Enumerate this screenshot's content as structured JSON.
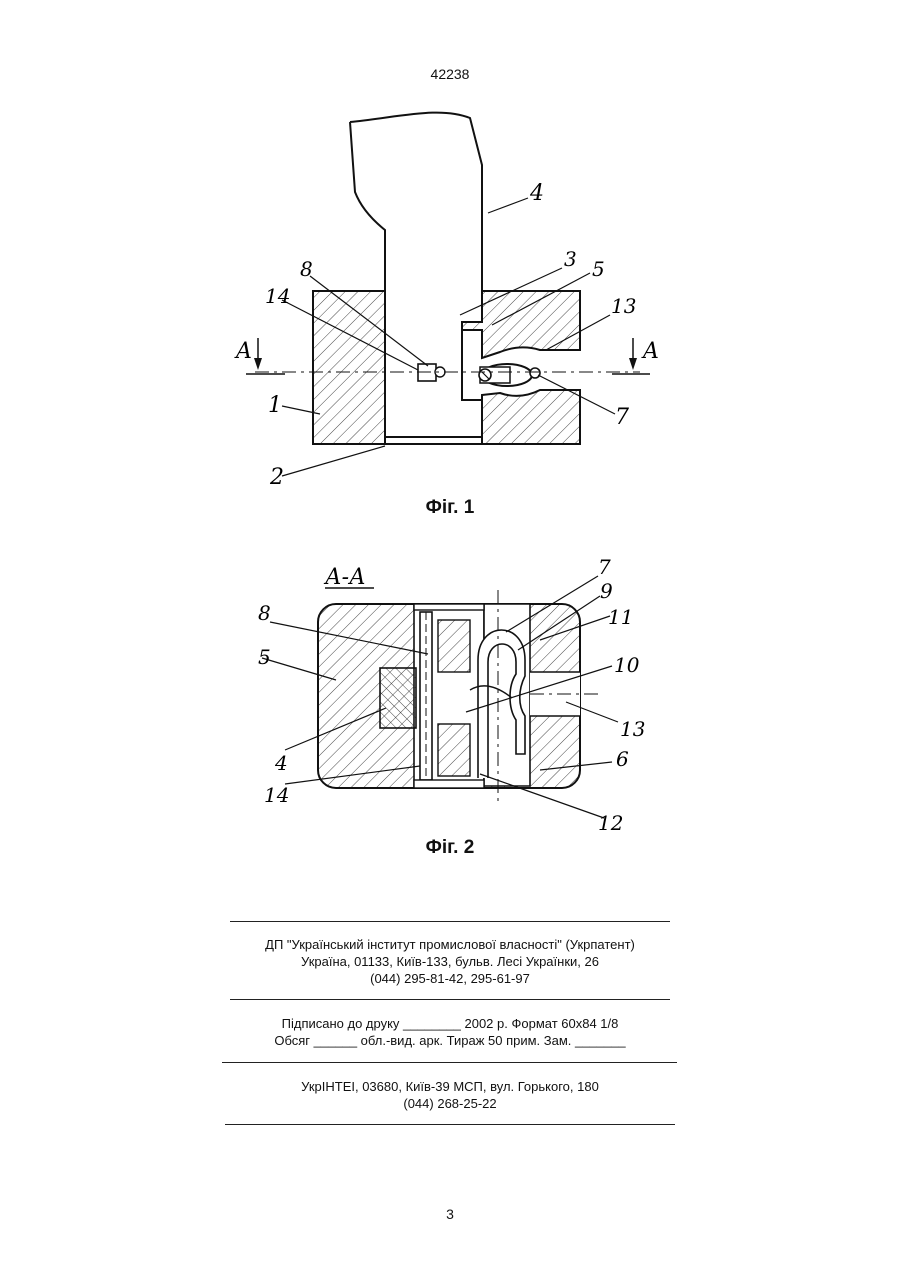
{
  "header": {
    "doc_number": "42238"
  },
  "figures": {
    "fig1": {
      "caption": "Фіг. 1",
      "section_mark": "A",
      "labels": {
        "l1": "1",
        "l2": "2",
        "l3": "3",
        "l4": "4",
        "l5": "5",
        "l7": "7",
        "l8": "8",
        "l13": "13",
        "l14": "14"
      }
    },
    "fig2": {
      "caption": "Фіг. 2",
      "section_title": "А-А",
      "labels": {
        "l4": "4",
        "l5": "5",
        "l6": "6",
        "l7": "7",
        "l8": "8",
        "l9": "9",
        "l10": "10",
        "l11": "11",
        "l12": "12",
        "l13": "13",
        "l14": "14"
      }
    }
  },
  "imprint": {
    "publisher_line1": "ДП \"Український інститут промислової власності\" (Укрпатент)",
    "publisher_line2": "Україна, 01133, Київ-133, бульв. Лесі Українки, 26",
    "publisher_line3": "(044) 295-81-42, 295-61-97",
    "print_line1": "Підписано до друку ________ 2002 р.    Формат 60х84 1/8",
    "print_line2": "Обсяг ______ обл.-вид. арк.   Тираж 50 прим.    Зам. _______",
    "printer_line1": "УкрІНТЕІ, 03680, Київ-39 МСП, вул. Горького, 180",
    "printer_line2": "(044) 268-25-22"
  },
  "footer": {
    "page_number": "3"
  }
}
